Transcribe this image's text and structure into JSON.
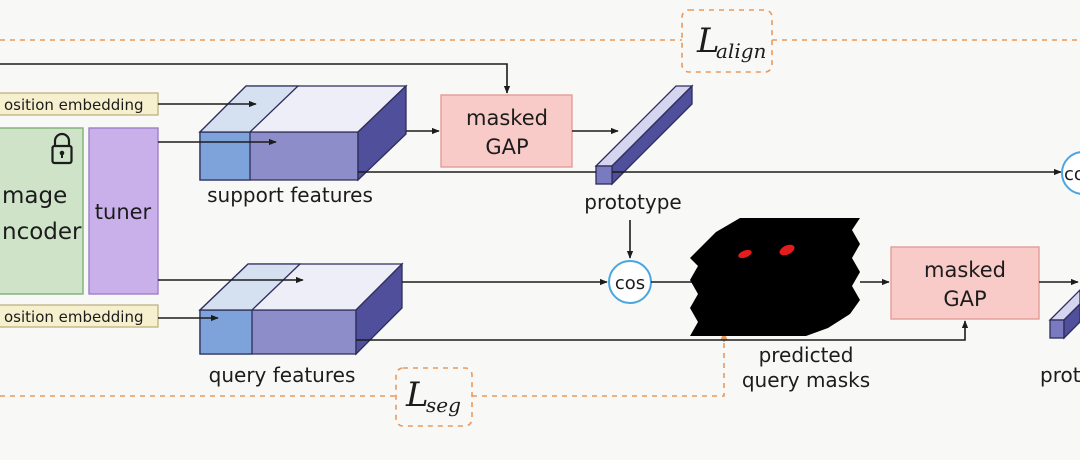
{
  "labels": {
    "position_embedding_top": "osition embedding",
    "position_embedding_bottom": "osition embedding",
    "image_encoder_line1": "mage",
    "image_encoder_line2": "ncoder",
    "tuner": "tuner",
    "support_features": "support features",
    "query_features": "query features",
    "masked_gap_top_line1": "masked",
    "masked_gap_top_line2": "GAP",
    "masked_gap_bottom_line1": "masked",
    "masked_gap_bottom_line2": "GAP",
    "prototype_top": "prototype",
    "prototype_bottom": "prot",
    "cos_middle": "cos",
    "cos_right": "co",
    "predicted_masks_line1": "predicted",
    "predicted_masks_line2": "query masks",
    "loss_align_symbol": "L",
    "loss_align_subscript": "align",
    "loss_seg_symbol": "L",
    "loss_seg_subscript": "seg"
  },
  "icons": {
    "encoder_lock": "lock-icon"
  },
  "colors": {
    "background": "#f8f8f7",
    "encoder_fill": "#cfe3c9",
    "encoder_stroke": "#7fae76",
    "tuner_fill": "#c9b0ea",
    "tuner_stroke": "#9d7fc9",
    "position_embedding_fill": "#f6f0cf",
    "position_embedding_stroke": "#b9ad78",
    "masked_gap_fill": "#f8cbc8",
    "masked_gap_stroke": "#e49c98",
    "feature_front": "#8c8dc9",
    "feature_front_left": "#7ea3db",
    "feature_top": "#eeeef8",
    "feature_top_left": "#d5e0f1",
    "feature_side": "#4f4f9c",
    "cos_stroke": "#4aa6e0",
    "loss_dash": "#e99a5e",
    "mask_fill": "#000000",
    "mask_spots": "#e41c1c",
    "arrow": "#1c1c1c"
  }
}
